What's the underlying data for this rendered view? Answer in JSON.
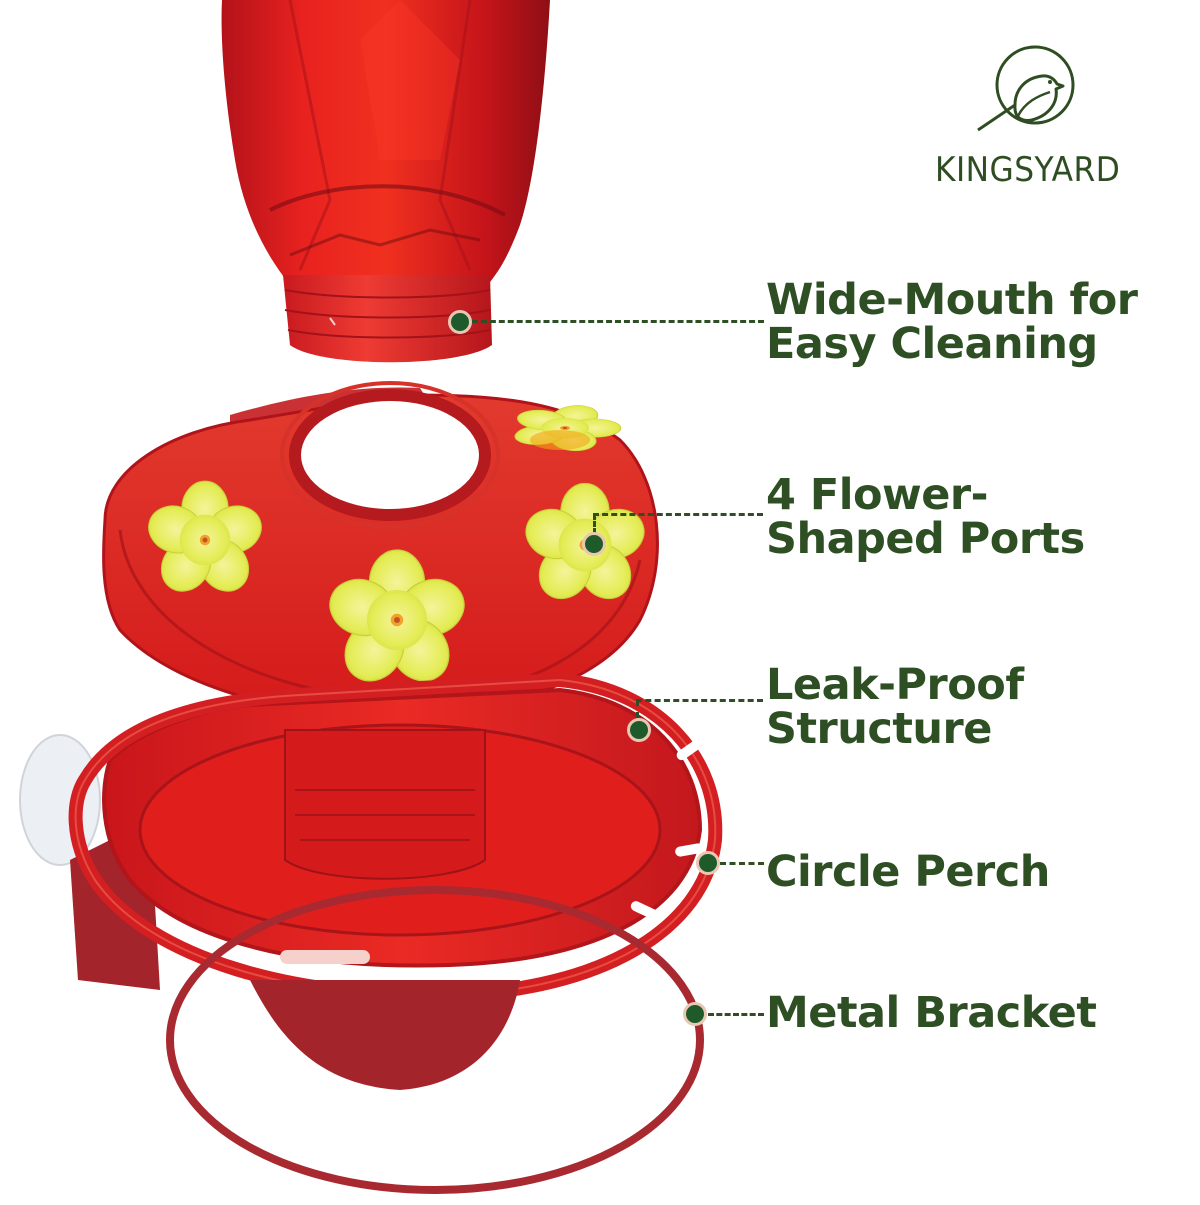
{
  "brand": {
    "name": "KINGSYARD",
    "logo_icon": "bird-in-circle-icon",
    "color": "#2f4d22"
  },
  "product": {
    "description": "Red hummingbird feeder exploded view",
    "colors": {
      "body_red": "#d9151b",
      "dark_red": "#9b1a1f",
      "bracket_red": "#a3242a",
      "flower_yellow": "#e6ec5a",
      "flower_orange": "#f3b400"
    },
    "flower_port_count": 4
  },
  "callouts": [
    {
      "id": "wide-mouth",
      "line1": "Wide-Mouth for",
      "line2": "Easy Cleaning"
    },
    {
      "id": "flower-ports",
      "line1": "4 Flower-",
      "line2": "Shaped Ports"
    },
    {
      "id": "leak-proof",
      "line1": "Leak-Proof",
      "line2": "Structure"
    },
    {
      "id": "circle-perch",
      "line1": "Circle Perch"
    },
    {
      "id": "metal-bracket",
      "line1": "Metal Bracket"
    }
  ],
  "style": {
    "label_color": "#2e4f23",
    "marker_fill": "#1f5a2a",
    "marker_ring": "#e8c8b4"
  }
}
